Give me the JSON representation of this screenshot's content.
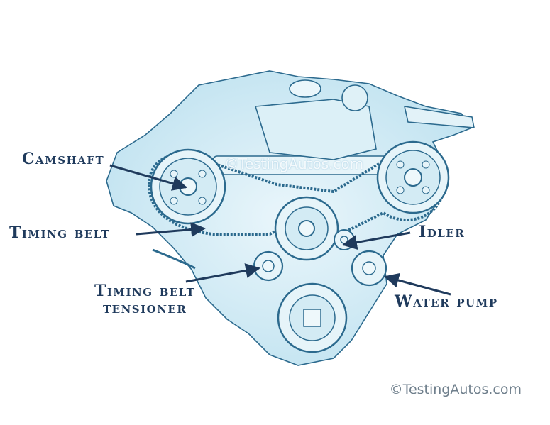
{
  "labels": {
    "camshaft": "Camshaft",
    "timing_belt": "Timing belt",
    "idler": "Idler",
    "tensioner_line1": "Timing belt",
    "tensioner_line2": "tensioner",
    "water_pump": "Water pump"
  },
  "watermark": "©TestingAutos.com",
  "copyright": "©TestingAutos.com",
  "colors": {
    "label": "#1f3a5c",
    "arrow": "#1f3a5c",
    "engine_stroke": "#2c6a8e",
    "engine_fill": "#d4ecf5",
    "engine_light": "#eaf6fb"
  }
}
